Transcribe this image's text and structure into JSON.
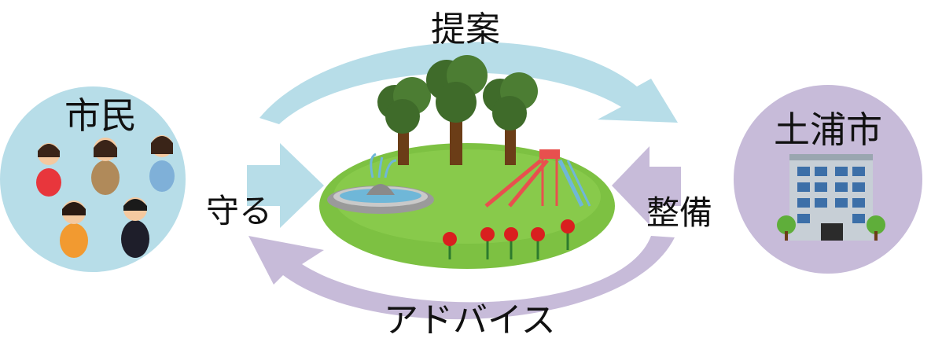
{
  "nodes": {
    "citizens": {
      "label": "市民"
    },
    "city": {
      "label": "土浦市"
    }
  },
  "arrows": {
    "top": {
      "label": "提案"
    },
    "bottom": {
      "label": "アドバイス"
    },
    "left": {
      "label": "守る"
    },
    "right": {
      "label": "整備"
    }
  },
  "colors": {
    "citizens_circle": "#b7dde8",
    "city_circle": "#c7bbd9",
    "top_arrow": "#b7dde8",
    "bottom_arrow": "#c7bbd9",
    "lawn": "#7dc142",
    "tree_crown": "#3f6b2a",
    "trunk": "#6b3d17",
    "slide": "#e8504e",
    "flower": "#d91f1f"
  }
}
